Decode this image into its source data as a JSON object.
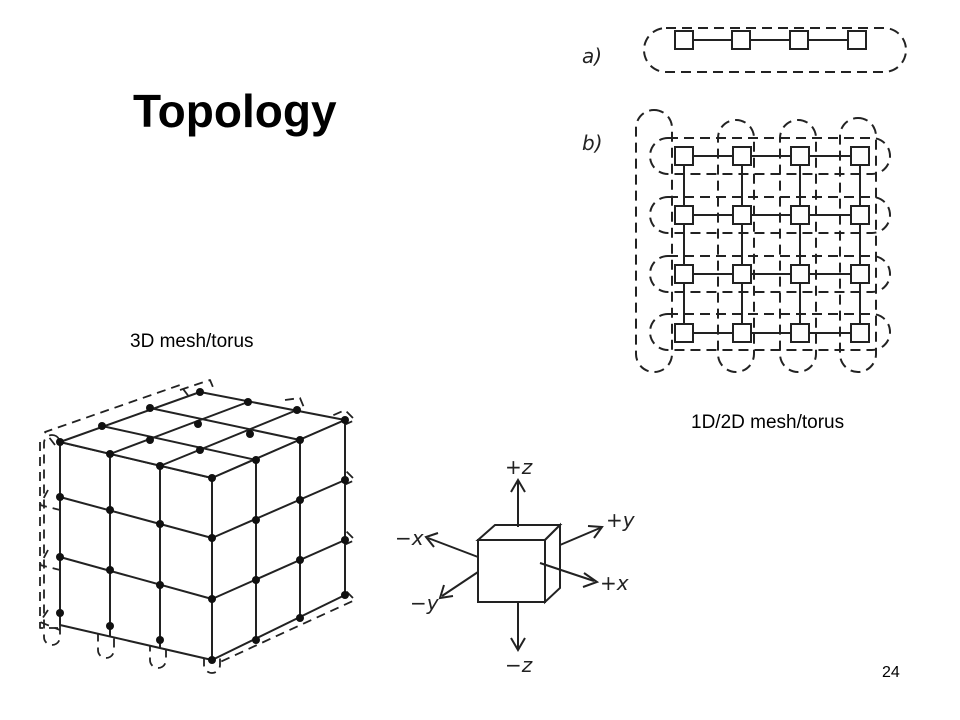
{
  "slide": {
    "title": "Topology",
    "page_number": "24"
  },
  "figure_1d_2d": {
    "label_a": "a)",
    "label_b": "b)",
    "caption": "1D/2D mesh/torus"
  },
  "figure_3d": {
    "caption": "3D mesh/torus"
  },
  "axes": {
    "plus_z": "+z",
    "minus_z": "−z",
    "plus_y": "+y",
    "minus_y": "−y",
    "plus_x": "+x",
    "minus_x": "−x"
  }
}
